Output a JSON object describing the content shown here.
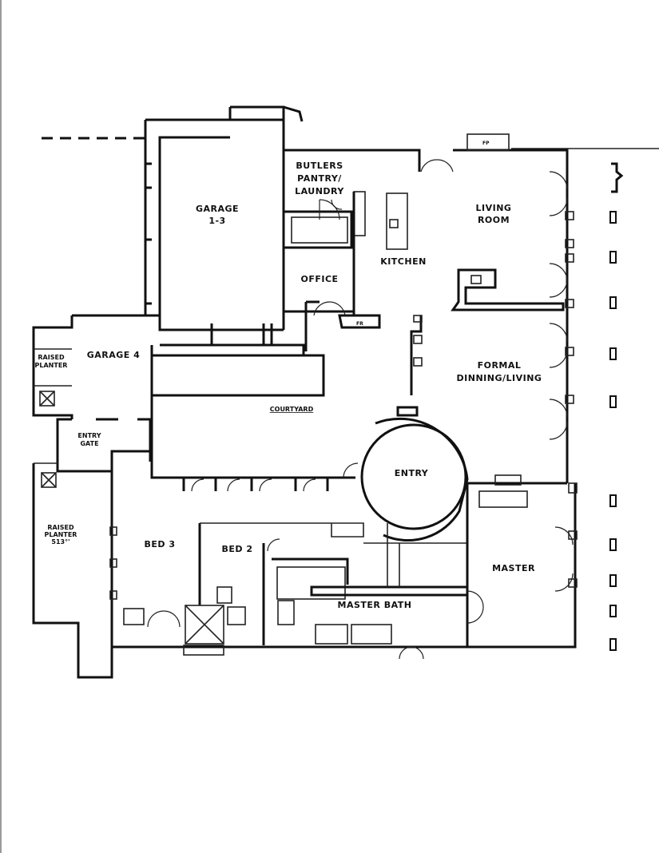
{
  "rooms": {
    "garage_1_3": [
      "Garage",
      "1-3"
    ],
    "butlers_pantry": [
      "Butlers",
      "Pantry/",
      "Laundry"
    ],
    "living_room": [
      "Living",
      "Room"
    ],
    "kitchen": "Kitchen",
    "office": "Office",
    "garage_4": "Garage 4",
    "raised_planter_top": [
      "Raised",
      "Planter"
    ],
    "formal_dining": [
      "Formal",
      "Dinning/Living"
    ],
    "courtyard": "Courtyard",
    "entry_gate": [
      "Entry",
      "Gate"
    ],
    "entry": "Entry",
    "raised_planter_bottom": [
      "Raised",
      "Planter",
      "513°'"
    ],
    "bed_3": "Bed 3",
    "bed_2": "Bed 2",
    "master": "Master",
    "master_bath": "Master Bath"
  },
  "fixtures": {
    "fp_living": "FP",
    "fp_dining": "FR"
  }
}
